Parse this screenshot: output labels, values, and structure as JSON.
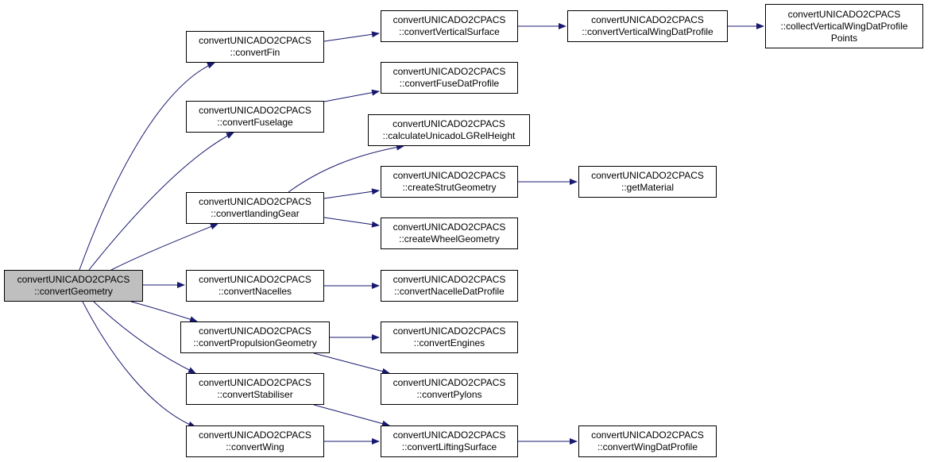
{
  "colors": {
    "edge": "#191970",
    "node_border": "#000000",
    "node_fill": "#ffffff",
    "root_fill": "#bfbfbf"
  },
  "nodes": [
    {
      "id": "convertGeometry",
      "lines": [
        "convertUNICADO2CPACS",
        "::convertGeometry"
      ]
    },
    {
      "id": "convertFin",
      "lines": [
        "convertUNICADO2CPACS",
        "::convertFin"
      ]
    },
    {
      "id": "convertFuselage",
      "lines": [
        "convertUNICADO2CPACS",
        "::convertFuselage"
      ]
    },
    {
      "id": "convertlandingGear",
      "lines": [
        "convertUNICADO2CPACS",
        "::convertlandingGear"
      ]
    },
    {
      "id": "convertNacelles",
      "lines": [
        "convertUNICADO2CPACS",
        "::convertNacelles"
      ]
    },
    {
      "id": "convertPropulsionGeometry",
      "lines": [
        "convertUNICADO2CPACS",
        "::convertPropulsionGeometry"
      ]
    },
    {
      "id": "convertStabiliser",
      "lines": [
        "convertUNICADO2CPACS",
        "::convertStabiliser"
      ]
    },
    {
      "id": "convertWing",
      "lines": [
        "convertUNICADO2CPACS",
        "::convertWing"
      ]
    },
    {
      "id": "convertVerticalSurface",
      "lines": [
        "convertUNICADO2CPACS",
        "::convertVerticalSurface"
      ]
    },
    {
      "id": "convertFuseDatProfile",
      "lines": [
        "convertUNICADO2CPACS",
        "::convertFuseDatProfile"
      ]
    },
    {
      "id": "calculateUnicadoLGRelHeight",
      "lines": [
        "convertUNICADO2CPACS",
        "::calculateUnicadoLGRelHeight"
      ]
    },
    {
      "id": "createStrutGeometry",
      "lines": [
        "convertUNICADO2CPACS",
        "::createStrutGeometry"
      ]
    },
    {
      "id": "createWheelGeometry",
      "lines": [
        "convertUNICADO2CPACS",
        "::createWheelGeometry"
      ]
    },
    {
      "id": "convertNacelleDatProfile",
      "lines": [
        "convertUNICADO2CPACS",
        "::convertNacelleDatProfile"
      ]
    },
    {
      "id": "convertEngines",
      "lines": [
        "convertUNICADO2CPACS",
        "::convertEngines"
      ]
    },
    {
      "id": "convertPylons",
      "lines": [
        "convertUNICADO2CPACS",
        "::convertPylons"
      ]
    },
    {
      "id": "convertLiftingSurface",
      "lines": [
        "convertUNICADO2CPACS",
        "::convertLiftingSurface"
      ]
    },
    {
      "id": "convertVerticalWingDatProfile",
      "lines": [
        "convertUNICADO2CPACS",
        "::convertVerticalWingDatProfile"
      ]
    },
    {
      "id": "getMaterial",
      "lines": [
        "convertUNICADO2CPACS",
        "::getMaterial"
      ]
    },
    {
      "id": "convertWingDatProfile",
      "lines": [
        "convertUNICADO2CPACS",
        "::convertWingDatProfile"
      ]
    },
    {
      "id": "collectVerticalWingDatProfilePoints",
      "lines": [
        "convertUNICADO2CPACS",
        "::collectVerticalWingDatProfile",
        "Points"
      ]
    }
  ],
  "edges": [
    {
      "from": "convertGeometry",
      "to": "convertFin"
    },
    {
      "from": "convertGeometry",
      "to": "convertFuselage"
    },
    {
      "from": "convertGeometry",
      "to": "convertlandingGear"
    },
    {
      "from": "convertGeometry",
      "to": "convertNacelles"
    },
    {
      "from": "convertGeometry",
      "to": "convertPropulsionGeometry"
    },
    {
      "from": "convertGeometry",
      "to": "convertStabiliser"
    },
    {
      "from": "convertGeometry",
      "to": "convertWing"
    },
    {
      "from": "convertFin",
      "to": "convertVerticalSurface"
    },
    {
      "from": "convertVerticalSurface",
      "to": "convertVerticalWingDatProfile"
    },
    {
      "from": "convertVerticalWingDatProfile",
      "to": "collectVerticalWingDatProfilePoints"
    },
    {
      "from": "convertFuselage",
      "to": "convertFuseDatProfile"
    },
    {
      "from": "convertlandingGear",
      "to": "calculateUnicadoLGRelHeight"
    },
    {
      "from": "convertlandingGear",
      "to": "createStrutGeometry"
    },
    {
      "from": "convertlandingGear",
      "to": "createWheelGeometry"
    },
    {
      "from": "createStrutGeometry",
      "to": "getMaterial"
    },
    {
      "from": "convertNacelles",
      "to": "convertNacelleDatProfile"
    },
    {
      "from": "convertPropulsionGeometry",
      "to": "convertEngines"
    },
    {
      "from": "convertPropulsionGeometry",
      "to": "convertPylons"
    },
    {
      "from": "convertStabiliser",
      "to": "convertLiftingSurface"
    },
    {
      "from": "convertWing",
      "to": "convertLiftingSurface"
    },
    {
      "from": "convertLiftingSurface",
      "to": "convertWingDatProfile"
    }
  ]
}
